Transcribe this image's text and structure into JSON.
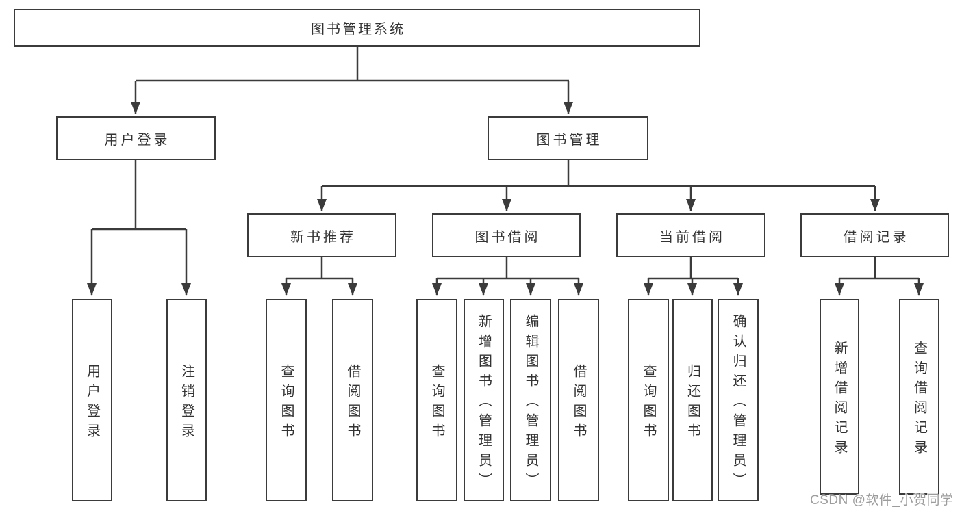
{
  "tree": {
    "label": "图书管理系统",
    "children": [
      {
        "label": "用户登录",
        "children": [
          {
            "label": "用户登录"
          },
          {
            "label": "注销登录"
          }
        ]
      },
      {
        "label": "图书管理",
        "children": [
          {
            "label": "新书推荐",
            "children": [
              {
                "label": "查询图书"
              },
              {
                "label": "借阅图书"
              }
            ]
          },
          {
            "label": "图书借阅",
            "children": [
              {
                "label": "查询图书"
              },
              {
                "label": "新增图书（管理员）"
              },
              {
                "label": "编辑图书（管理员）"
              },
              {
                "label": "借阅图书"
              }
            ]
          },
          {
            "label": "当前借阅",
            "children": [
              {
                "label": "查询图书"
              },
              {
                "label": "归还图书"
              },
              {
                "label": "确认归还（管理员）"
              }
            ]
          },
          {
            "label": "借阅记录",
            "children": [
              {
                "label": "新增借阅记录"
              },
              {
                "label": "查询借阅记录"
              }
            ]
          }
        ]
      }
    ]
  },
  "watermark": {
    "text": "CSDN @软件_小贺同学"
  },
  "colors": {
    "line": "#3b3b3b",
    "text": "#333333",
    "background": "#ffffff",
    "watermark": "#9c9c9c"
  }
}
